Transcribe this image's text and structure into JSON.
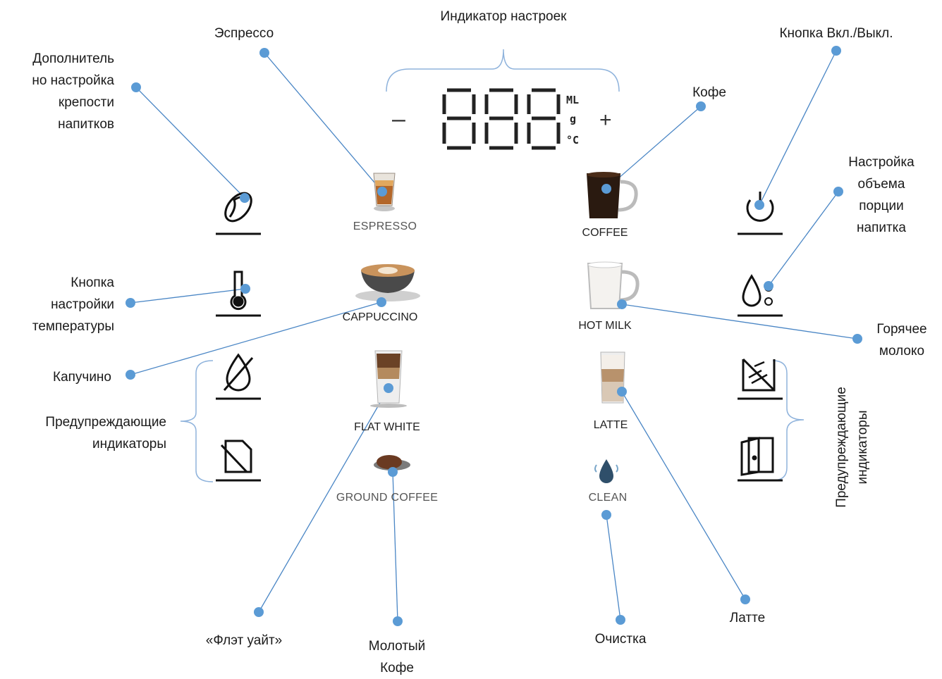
{
  "callouts": {
    "settings_indicator": "Индикатор настроек",
    "espresso": "Эспрессо",
    "power_button": "Кнопка Вкл./Выкл.",
    "coffee": "Кофе",
    "strength": [
      "Дополнитель",
      "но настройка",
      "крепости",
      "напитков"
    ],
    "volume": [
      "Настройка",
      "объема",
      "порции",
      "напитка"
    ],
    "temperature": [
      "Кнопка",
      "настройки",
      "температуры"
    ],
    "cappuccino": "Капучино",
    "hot_milk": [
      "Горячее",
      "молоко"
    ],
    "warnings_left": [
      "Предупреждающие",
      "индикаторы"
    ],
    "warnings_right": [
      "Предупреждающие",
      "индикаторы"
    ],
    "flat_white": "«Флэт уайт»",
    "ground_coffee": [
      "Молотый",
      "Кофе"
    ],
    "clean": "Очистка",
    "latte": "Латте"
  },
  "buttons": {
    "espresso": "ESPRESSO",
    "coffee": "COFFEE",
    "cappuccino": "CAPPUCCINO",
    "hot_milk": "HOT MILK",
    "flat_white": "FLAT WHITE",
    "latte": "LATTE",
    "ground_coffee": "GROUND COFFEE",
    "clean": "CLEAN"
  },
  "display": {
    "minus": "–",
    "plus": "+",
    "units": [
      "ML",
      "g",
      "°C"
    ]
  },
  "colors": {
    "leader": "#4a86c5",
    "dot": "#5b9bd5",
    "bracket": "#8fb3dc"
  }
}
